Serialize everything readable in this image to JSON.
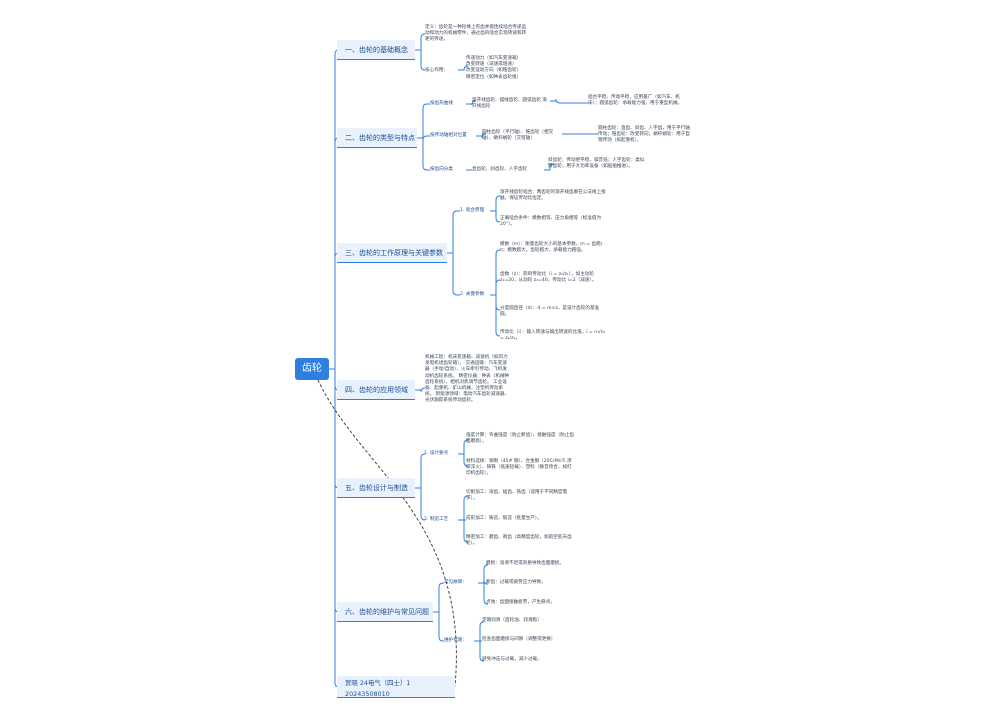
{
  "root": "齿轮",
  "sections": [
    {
      "title": "一、齿轮的基础概念",
      "intro": "定义：齿轮是一种轮缘上有齿并能连续啮合传递运动和动力的机械零件，通过齿的啮合实现转速和转矩的传递。",
      "core_label": "核心作用：",
      "core_lines": [
        "传递动力（如汽车变速箱）",
        "改变转速（减速或增速）",
        "改变运动方向（如锥齿轮）",
        "精密定位（如钟表齿轮组）"
      ]
    },
    {
      "title": "二、齿轮的类型与特点",
      "groups": [
        {
          "label": "按齿形曲线",
          "desc": "渐开线齿轮、摆线齿轮、圆弧齿轮 渐开线齿轮",
          "detail": "啮合平稳、传动平稳，应用最广（如汽车、机床）；圆弧齿轮：承载能力强，用于重型机械。"
        },
        {
          "label": "按传动轴相对位置",
          "desc": "圆柱齿轮（平行轴）、锥齿轮（相交轴）、蜗杆蜗轮（交错轴）",
          "detail": "圆柱齿轮：直齿、斜齿、人字齿，用于平行轴传动；锥齿轮：改变转向；蜗杆蜗轮：用于自锁传动（如起重机）。"
        },
        {
          "label": "按齿向分类",
          "desc": "直齿轮、斜齿轮、人字齿轮",
          "detail": "斜齿轮：传动更平稳、噪音低；人字齿轮：类似斜齿轮，用于大功率设备（如船舶推进）。"
        }
      ]
    },
    {
      "title": "三、齿轮的工作原理与关键参数",
      "groups": [
        {
          "label": "1. 啮合原理",
          "items": [
            "渐开线齿轮啮合：两齿轮的渐开线齿廓在公法线上接触，保证传动比恒定。",
            "正确啮合条件：模数相等、压力角相等（标准值为 20°）。"
          ]
        },
        {
          "label": "2. 关键参数",
          "items": [
            "模数（m）：衡量齿轮大小的基本参数，m = 齿距/π；模数越大，齿轮越大，承载能力越强。",
            "齿数（z）：影响传动比（i = z₂/z₁），如主动轮 z₁=20，从动轮 z₂=40，传动比 i=2（减速）。",
            "分度圆直径（d）：d = m×z，是设计齿轮的基准圆。",
            "传动比（i）：输入转速与输出转速的比值，i = n₁/n₂ = z₂/z₁。"
          ]
        }
      ]
    },
    {
      "title": "四、齿轮的应用领域",
      "intro": "机械工程：机床变速箱、减速机（如风力发电机组齿轮箱）。 交通运输：汽车变速器（手动/自动）、火车牵引传动、飞机发动机齿轮系统。 精密仪器：钟表（机械钟齿轮系统）、相机对焦调节齿轮。 工业设备：起重机、矿山机械、注塑机传动系统。 新能源领域：电动汽车齿轮减速器、光伏跟踪系统传动齿轮。"
    },
    {
      "title": "五、齿轮设计与制造",
      "groups": [
        {
          "label": "1. 设计要点",
          "items": [
            "强度计算：弯曲强度（防止断齿）、接触强度（防止齿面磨损）。",
            "材料选择：钢制（45# 钢）、合金钢（20CrMnTi 渗碳淬火）、铸铁（低速轻载）、塑料（静音场合，如打印机齿轮）。"
          ]
        },
        {
          "label": "2. 制造工艺",
          "items": [
            "切削加工：滚齿、插齿、铣齿（适用于不同精度需求）。",
            "成形加工：铸造、锻造（批量生产）。",
            "精密加工：磨齿、剃齿（高精度齿轮，如航空航天齿轮）。"
          ]
        }
      ]
    },
    {
      "title": "六、齿轮的维护与常见问题",
      "groups": [
        {
          "label": "常见故障：",
          "items": [
            "磨损：润滑不足或杂质导致齿面磨损。",
            "断齿：过载或疲劳应力导致。",
            "点蚀：齿面接触疲劳，产生麻点。"
          ]
        },
        {
          "label": "维护措施：",
          "items": [
            "定期润滑（齿轮油、润滑脂）",
            "检查齿面磨损与间隙（调整或更换）",
            "避免冲击与过载，减少过载。"
          ]
        }
      ]
    }
  ],
  "author": "贺晓 24电气（四士）1 20243508010",
  "colors": {
    "root_bg": "#2f7fe0",
    "branch_line": "#2f7fe0",
    "section_bg": "#e9f1fd",
    "dashed_link": "#333333"
  }
}
